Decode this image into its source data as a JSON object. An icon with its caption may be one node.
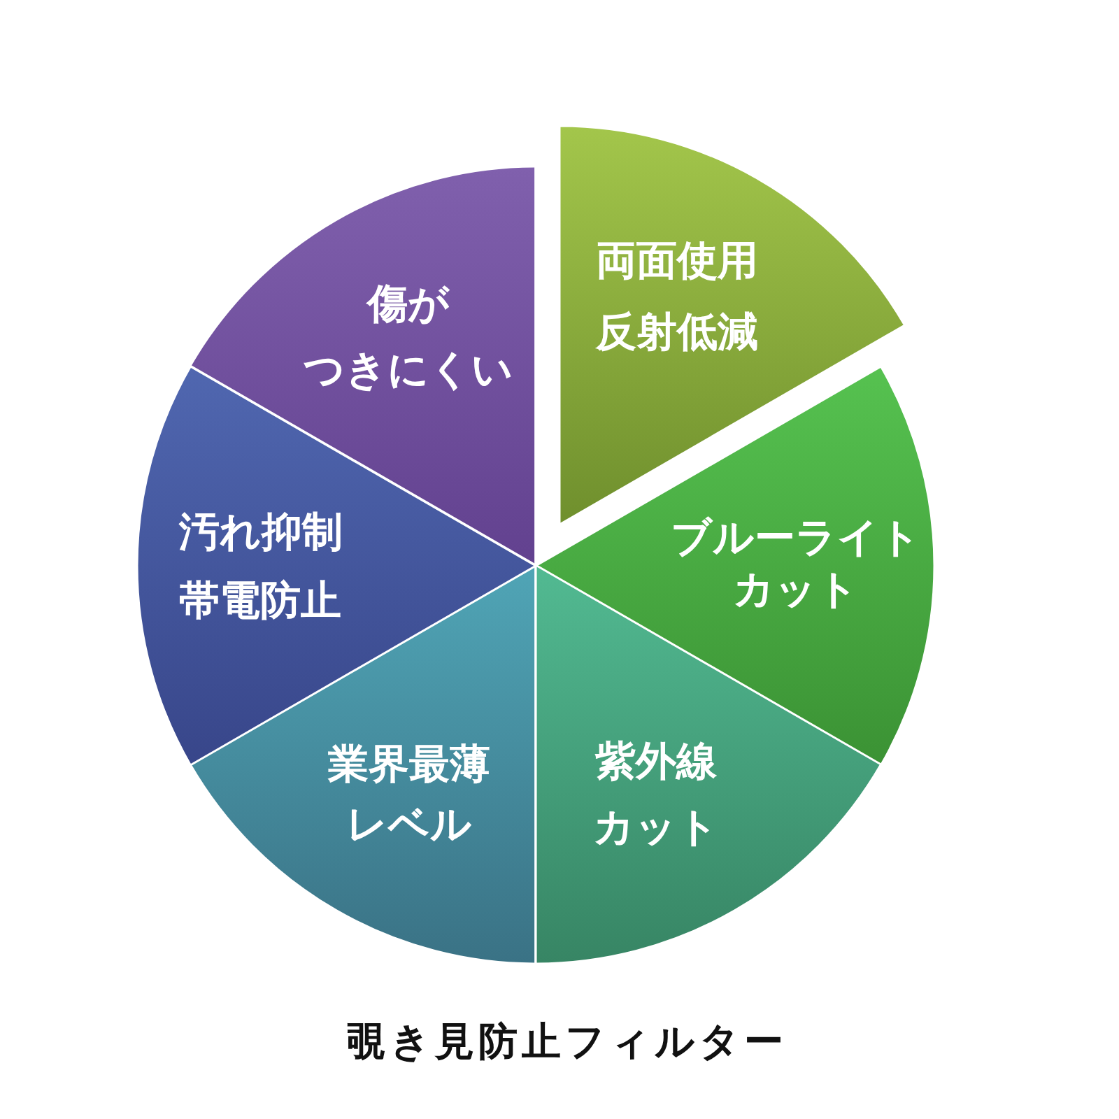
{
  "diagram": {
    "caption": "覗き見防止フィルター",
    "nodes": [
      {
        "text": [
          "両面使用",
          "反射低減"
        ]
      },
      {
        "text": [
          "ブルーライトカット"
        ]
      },
      {
        "text": [
          "紫外線カット"
        ]
      },
      {
        "text": [
          "業界最薄レベル"
        ]
      },
      {
        "text": [
          "汚れ抑制",
          "帯電防止"
        ]
      },
      {
        "text": [
          "傷がつきにくい"
        ]
      }
    ]
  }
}
